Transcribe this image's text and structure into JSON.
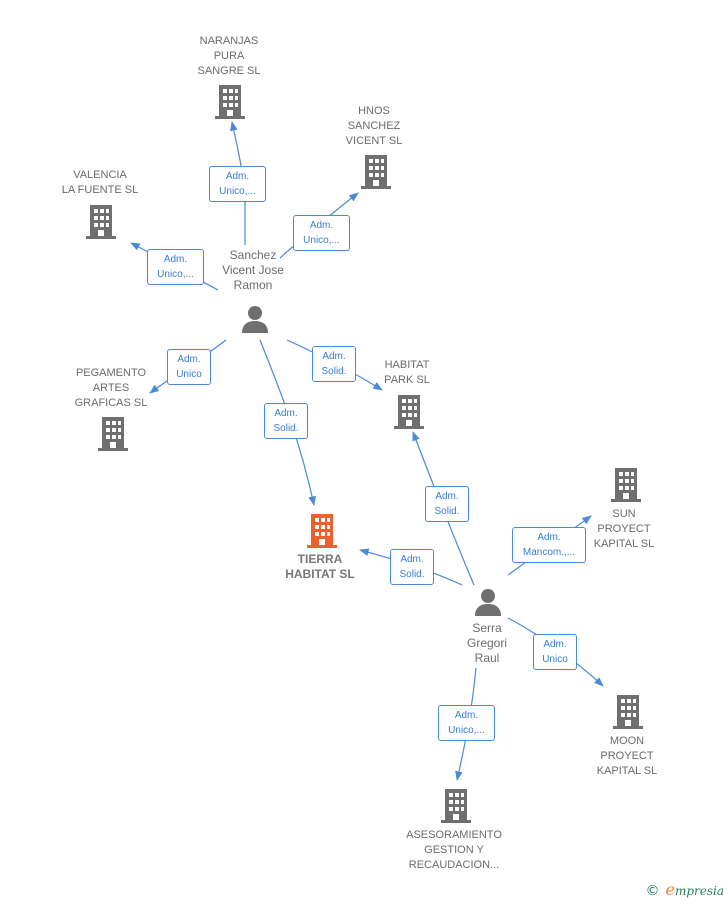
{
  "colors": {
    "edge": "#4a8ad6",
    "building": "#6f6f6f",
    "target": "#f0602c",
    "person": "#6f6f6f"
  },
  "nodes": {
    "naranjas": {
      "label": "NARANJAS\nPURA\nSANGRE SL",
      "icon": "building-icon"
    },
    "hnos": {
      "label": "HNOS\nSANCHEZ\nVICENT SL",
      "icon": "building-icon"
    },
    "valencia": {
      "label": "VALENCIA\nLA FUENTE  SL",
      "icon": "building-icon"
    },
    "sanchez": {
      "label": "Sanchez\nVicent Jose\nRamon",
      "icon": "person-icon"
    },
    "pegamento": {
      "label": "PEGAMENTO\nARTES\nGRAFICAS  SL",
      "icon": "building-icon"
    },
    "habitat_park": {
      "label": "HABITAT\nPARK  SL",
      "icon": "building-icon"
    },
    "tierra": {
      "label": "TIERRA\nHABITAT  SL",
      "icon": "building-icon"
    },
    "sun": {
      "label": "SUN\nPROYECT\nKAPITAL  SL",
      "icon": "building-icon"
    },
    "serra": {
      "label": "Serra\nGregori\nRaul",
      "icon": "person-icon"
    },
    "moon": {
      "label": "MOON\nPROYECT\nKAPITAL  SL",
      "icon": "building-icon"
    },
    "asesoramiento": {
      "label": "ASESORAMIENTO\nGESTION Y\nRECAUDACION...",
      "icon": "building-icon"
    }
  },
  "edges": {
    "e1": "Adm.\nUnico,...",
    "e2": "Adm.\nUnico,...",
    "e3": "Adm.\nUnico,...",
    "e4": "Adm.\nUnico",
    "e5": "Adm.\nSolid.",
    "e6": "Adm.\nSolid.",
    "e7": "Adm.\nSolid.",
    "e8": "Adm.\nSolid.",
    "e9": "Adm.\nMancom.,...",
    "e10": "Adm.\nUnico",
    "e11": "Adm.\nUnico,..."
  },
  "brand": {
    "copyright": "©",
    "name_first": "e",
    "name_rest": "mpresia"
  }
}
